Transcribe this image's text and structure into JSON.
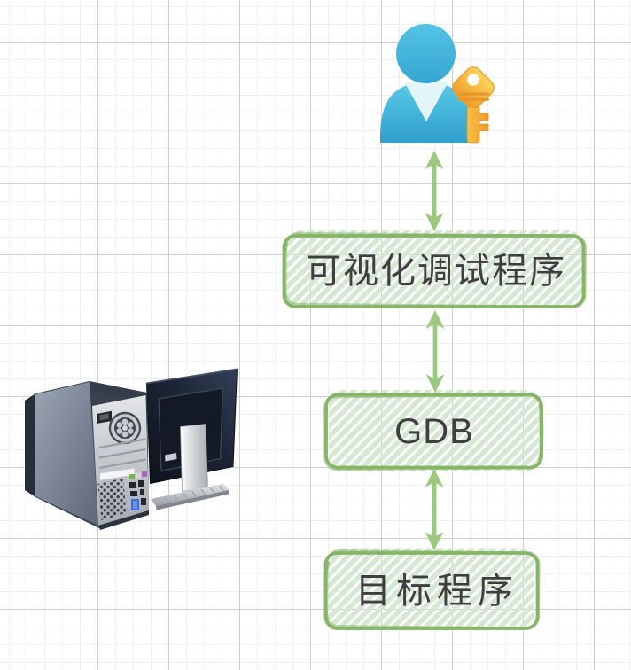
{
  "diagram": {
    "nodes": [
      {
        "id": "user",
        "type": "icon",
        "icon": "user-with-key-icon",
        "label": ""
      },
      {
        "id": "visual-debugger",
        "type": "box",
        "label": "可视化调试程序"
      },
      {
        "id": "gdb",
        "type": "box",
        "label": "GDB"
      },
      {
        "id": "target-program",
        "type": "box",
        "label": "目标程序"
      },
      {
        "id": "computer",
        "type": "icon",
        "icon": "desktop-computer-icon",
        "label": ""
      }
    ],
    "edges": [
      {
        "from": "user",
        "to": "visual-debugger",
        "style": "double-arrow"
      },
      {
        "from": "visual-debugger",
        "to": "gdb",
        "style": "double-arrow"
      },
      {
        "from": "gdb",
        "to": "target-program",
        "style": "double-arrow"
      }
    ],
    "colors": {
      "node_stroke": "#86b566",
      "node_fill_hatch": "#d5e8d4",
      "arrow": "#9cc97f",
      "label_text": "#3f3f3f",
      "grid_minor": "#f2f2f2",
      "grid_major": "#d0d0d0",
      "person_blue": "#3fb3da",
      "key_gold": "#f5ad34",
      "monitor_dark": "#1a2330"
    }
  }
}
